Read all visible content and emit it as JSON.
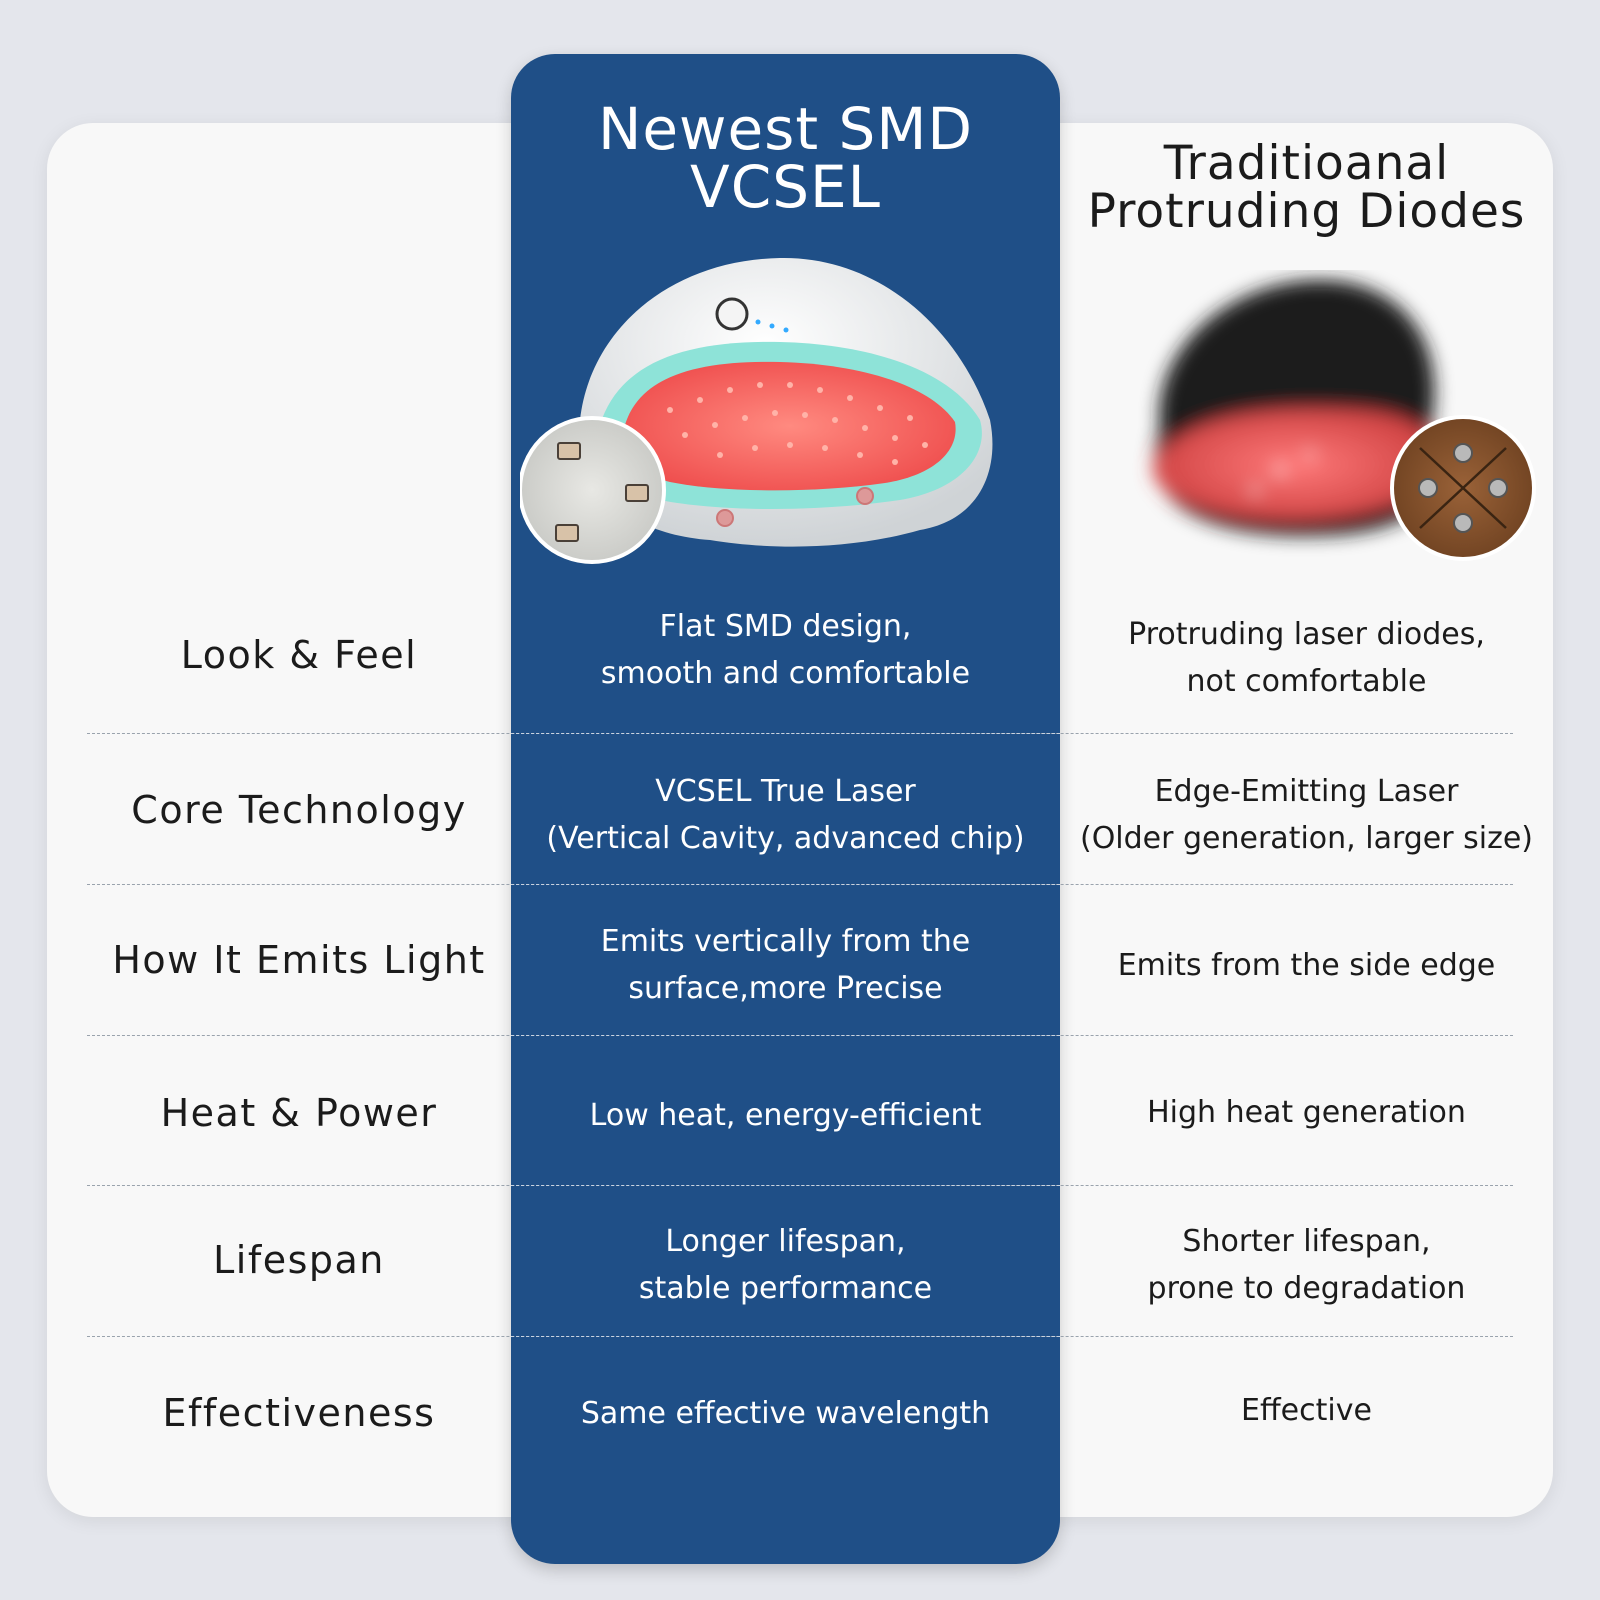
{
  "headers": {
    "new": "Newest SMD\nVCSEL",
    "old": "Traditioanal\nProtruding Diodes"
  },
  "rows": [
    {
      "label": "Look & Feel",
      "new": "Flat SMD design,\nsmooth and comfortable",
      "old": "Protruding laser diodes,\nnot comfortable"
    },
    {
      "label": "Core Technology",
      "new": "VCSEL True Laser\n(Vertical Cavity, advanced chip)",
      "old": "Edge-Emitting Laser\n(Older generation, larger size)"
    },
    {
      "label": "How It Emits Light",
      "new": "Emits vertically from the\nsurface,more Precise",
      "old": "Emits from the side edge"
    },
    {
      "label": "Heat & Power",
      "new": "Low heat, energy-efficient",
      "old": "High heat generation"
    },
    {
      "label": "Lifespan",
      "new": "Longer lifespan,\nstable performance",
      "old": "Shorter lifespan,\nprone to degradation"
    },
    {
      "label": "Effectiveness",
      "new": "Same effective wavelength",
      "old": "Effective"
    }
  ],
  "colors": {
    "background": "#e4e6ec",
    "card": "#f8f8f8",
    "highlight_column": "#1f4f87",
    "laser_red": "#f26060",
    "teal_rim": "#8ee3d8"
  },
  "images": {
    "new": "vcsel-helmet-image",
    "old": "traditional-diode-cap-image"
  }
}
